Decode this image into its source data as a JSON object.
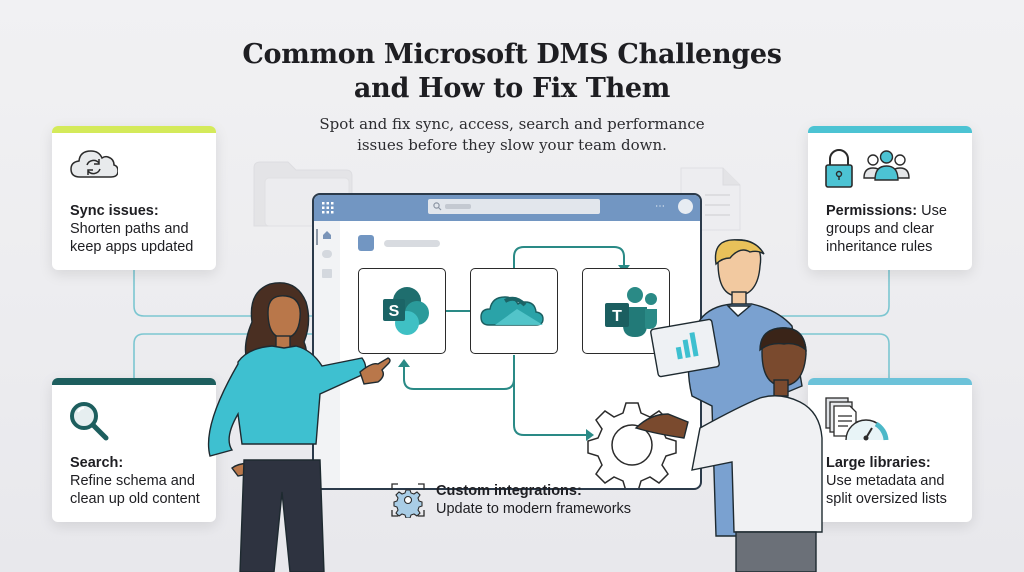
{
  "header": {
    "title_line1": "Common Microsoft DMS Challenges",
    "title_line2": "and How to Fix Them",
    "subtitle_line1": "Spot and fix sync, access, search and performance",
    "subtitle_line2": "issues before they slow your team down."
  },
  "cards": [
    {
      "id": "sync",
      "icon": "cloud-sync-icon",
      "accent": "#d4ea5a",
      "heading": "Sync issues:",
      "body_line1": "Shorten paths and",
      "body_line2": "keep apps updated"
    },
    {
      "id": "permissions",
      "icon": "lock-and-users-icon",
      "accent": "#4cc3d3",
      "heading": "Permissions:",
      "heading_tail": " Use",
      "body_line1": "groups and clear",
      "body_line2": "inheritance rules"
    },
    {
      "id": "search",
      "icon": "magnifier-icon",
      "accent": "#1d5e5e",
      "heading": "Search:",
      "body_line1": "Refine schema and",
      "body_line2": "clean up old content"
    },
    {
      "id": "large-libraries",
      "icon": "documents-gauge-icon",
      "accent": "#6cc2d9",
      "heading": "Large libraries:",
      "body_line1": "Use metadata and",
      "body_line2": "split oversized lists"
    }
  ],
  "bottom_note": {
    "icon": "gear-frame-icon",
    "heading": "Custom integrations:",
    "body": "Update to modern frameworks"
  },
  "app_window": {
    "apps": [
      {
        "name": "SharePoint",
        "icon": "sharepoint-icon",
        "letter": "S"
      },
      {
        "name": "OneDrive",
        "icon": "onedrive-icon"
      },
      {
        "name": "Teams",
        "icon": "teams-icon",
        "letter": "T"
      }
    ],
    "header_color": "#7296c2",
    "flow_color": "#2a8a86"
  },
  "colors": {
    "background": "#efeff1",
    "connector": "#7cc6d1",
    "teal_dark": "#1d5e5e",
    "teal": "#2aa3a8"
  }
}
